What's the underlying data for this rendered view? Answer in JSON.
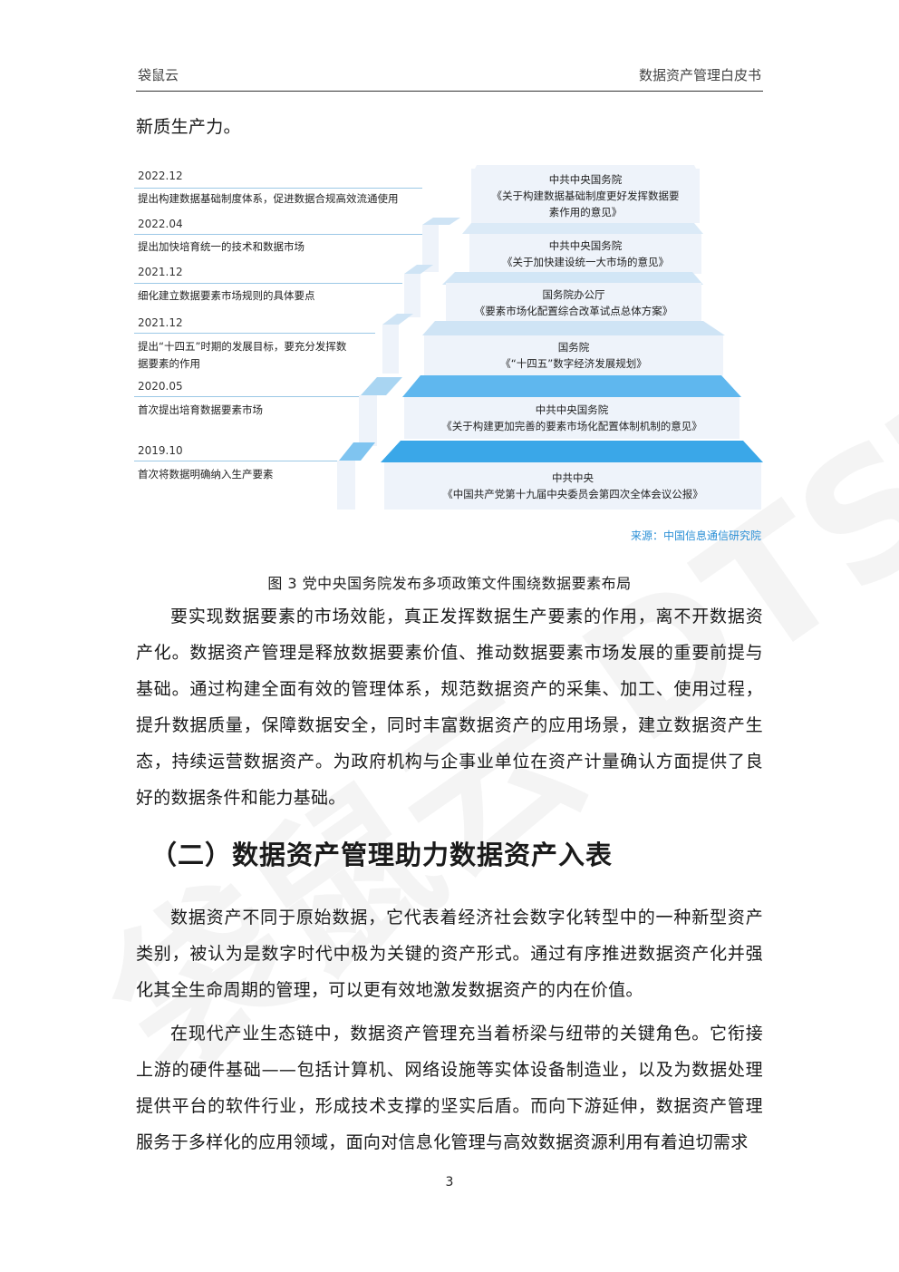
{
  "header": {
    "left": "袋鼠云",
    "right": "数据资产管理白皮书"
  },
  "intro_tail": "新质生产力。",
  "timeline": [
    {
      "date": "2022.12",
      "desc": "提出构建数据基础制度体系，促进数据合规高效流通使用"
    },
    {
      "date": "2022.04",
      "desc": "提出加快培育统一的技术和数据市场"
    },
    {
      "date": "2021.12",
      "desc": "细化建立数据要素市场规则的具体要点"
    },
    {
      "date": "2021.12",
      "desc": "提出“十四五”时期的发展目标，要充分发挥数据要素的作用"
    },
    {
      "date": "2020.05",
      "desc": "首次提出培育数据要素市场"
    },
    {
      "date": "2019.10",
      "desc": "首次将数据明确纳入生产要素"
    }
  ],
  "pyramid": [
    {
      "org": "中共中央国务院",
      "doc": "《关于构建数据基础制度更好发挥数据要素作用的意见》"
    },
    {
      "org": "中共中央国务院",
      "doc": "《关于加快建设统一大市场的意见》"
    },
    {
      "org": "国务院办公厅",
      "doc": "《要素市场化配置综合改革试点总体方案》"
    },
    {
      "org": "国务院",
      "doc": "《“十四五”数字经济发展规划》"
    },
    {
      "org": "中共中央国务院",
      "doc": "《关于构建更加完善的要素市场化配置体制机制的意见》"
    },
    {
      "org": "中共中央",
      "doc": "《中国共产党第十九届中央委员会第四次全体会议公报》"
    }
  ],
  "source": "来源：中国信息通信研究院",
  "caption": "图 3  党中央国务院发布多项政策文件围绕数据要素布局",
  "para1": "要实现数据要素的市场效能，真正发挥数据生产要素的作用，离不开数据资产化。数据资产管理是释放数据要素价值、推动数据要素市场发展的重要前提与基础。通过构建全面有效的管理体系，规范数据资产的采集、加工、使用过程，提升数据质量，保障数据安全，同时丰富数据资产的应用场景，建立数据资产生态，持续运营数据资产。为政府机构与企事业单位在资产计量确认方面提供了良好的数据条件和能力基础。",
  "section_title": "（二）数据资产管理助力数据资产入表",
  "para2": "数据资产不同于原始数据，它代表着经济社会数字化转型中的一种新型资产类别，被认为是数字时代中极为关键的资产形式。通过有序推进数据资产化并强化其全生命周期的管理，可以更有效地激发数据资产的内在价值。",
  "para3": "在现代产业生态链中，数据资产管理充当着桥梁与纽带的关键角色。它衔接上游的硬件基础——包括计算机、网络设施等实体设备制造业，以及为数据处理提供平台的软件行业，形成技术支撑的坚实后盾。而向下游延伸，数据资产管理服务于多样化的应用领域，面向对信息化管理与高效数据资源利用有着迫切需求",
  "page_number": "3",
  "watermark": "袋鼠云 DTSTACK",
  "colors": {
    "step_blue": "#3aa7e8",
    "step_light": "#eef3fa",
    "source_blue": "#2a8fd6"
  }
}
